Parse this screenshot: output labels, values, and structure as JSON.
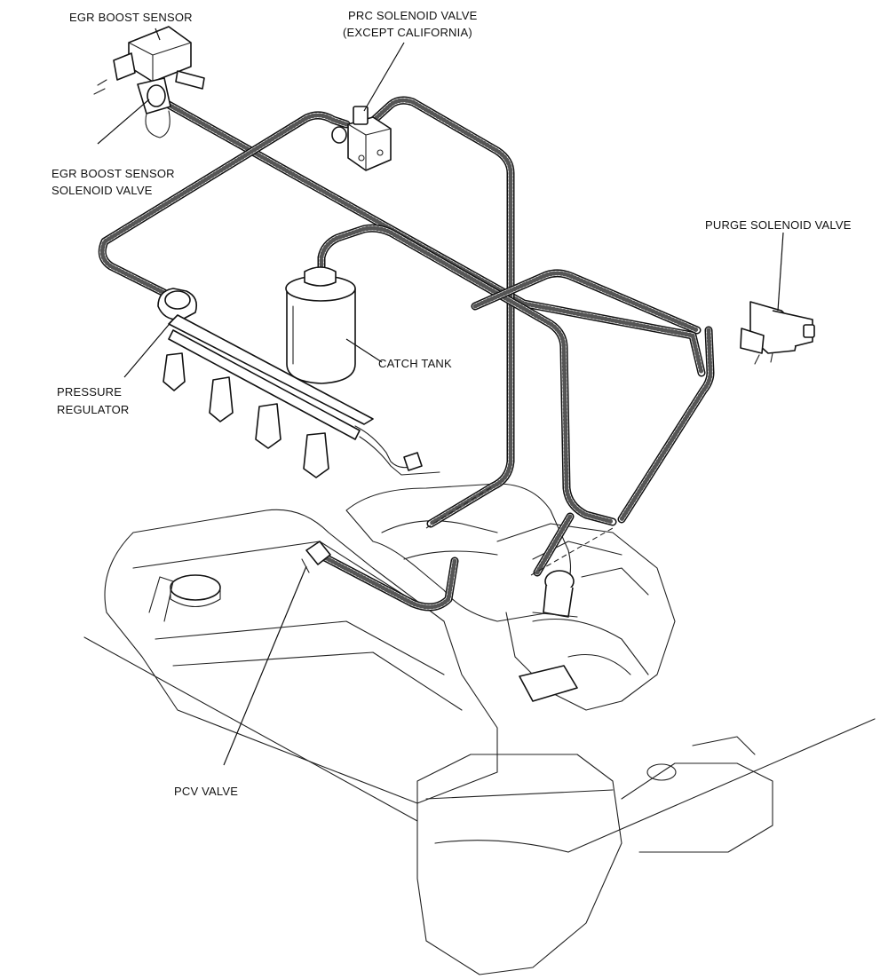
{
  "labels": {
    "egr_boost_sensor": "EGR BOOST SENSOR",
    "prc_solenoid_line1": "PRC SOLENOID VALVE",
    "prc_solenoid_line2": "(EXCEPT CALIFORNIA)",
    "egr_solenoid_line1": "EGR BOOST SENSOR",
    "egr_solenoid_line2": "SOLENOID VALVE",
    "purge_solenoid": "PURGE SOLENOID VALVE",
    "catch_tank": "CATCH TANK",
    "pressure_regulator_line1": "PRESSURE",
    "pressure_regulator_line2": "REGULATOR",
    "pcv_valve": "PCV VALVE"
  }
}
